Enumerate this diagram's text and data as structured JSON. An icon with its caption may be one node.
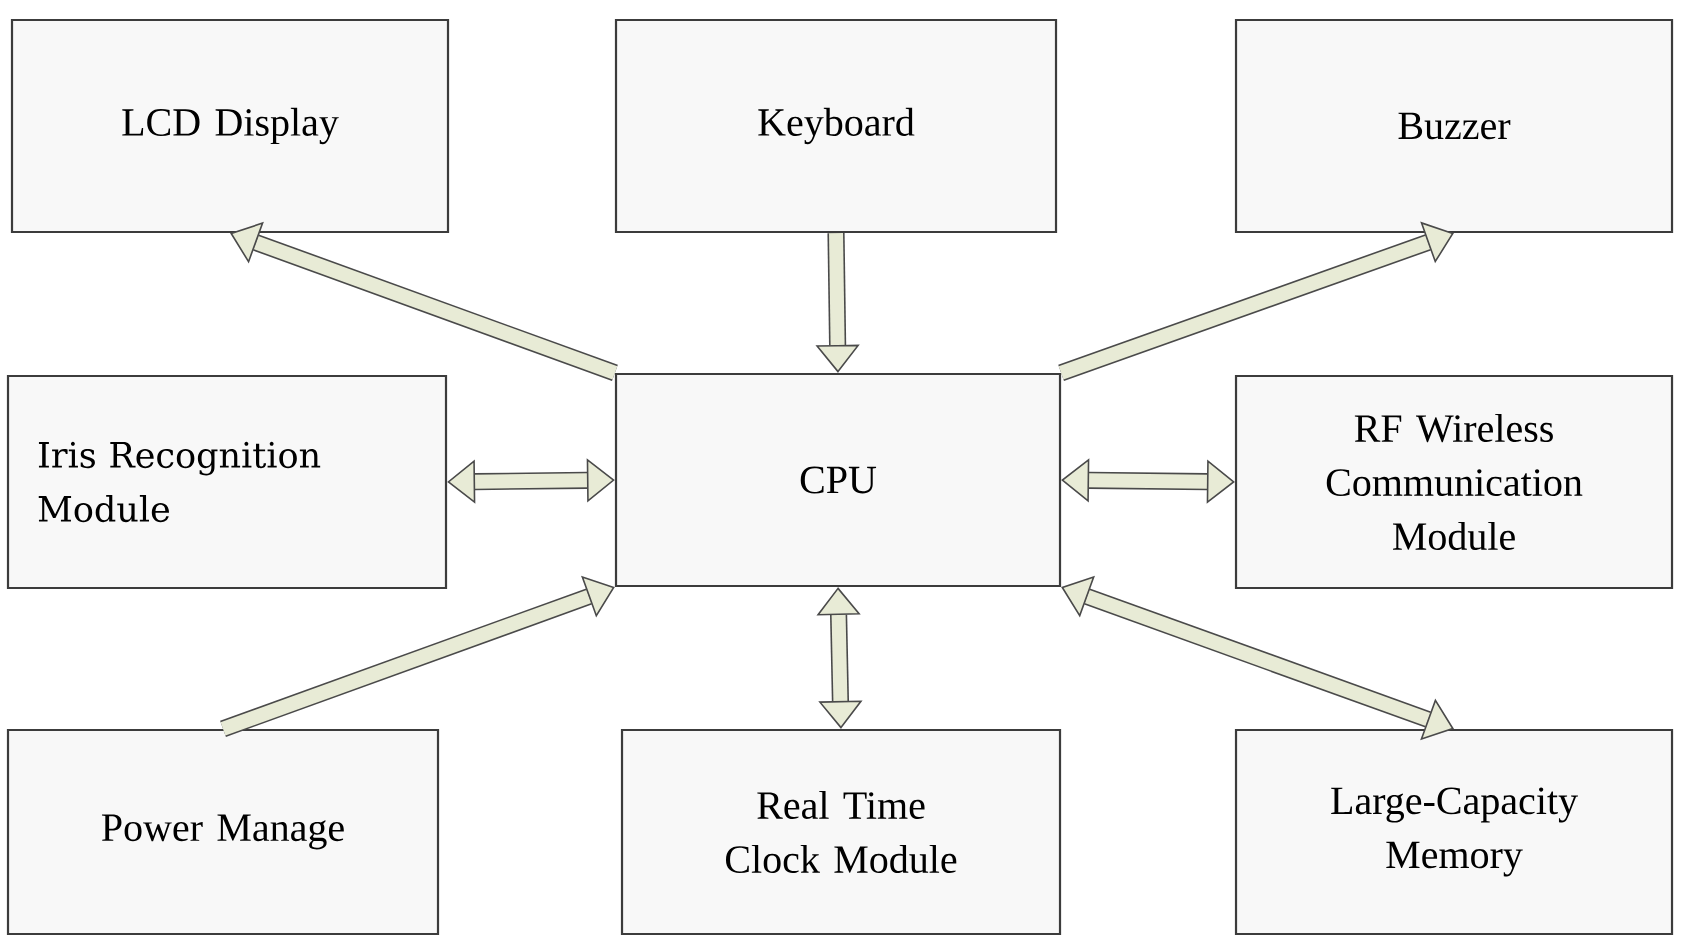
{
  "diagram": {
    "nodes": [
      {
        "text": [
          "LCD Display"
        ]
      },
      {
        "text": [
          "Keyboard"
        ]
      },
      {
        "text": [
          "Buzzer"
        ]
      },
      {
        "text": [
          "Iris Recognition Module"
        ]
      },
      {
        "text": [
          "CPU"
        ]
      },
      {
        "text": [
          "RF Wireless Communication Module"
        ]
      },
      {
        "text": [
          "Power Manage"
        ]
      },
      {
        "text": [
          "Real Time Clock Module"
        ]
      },
      {
        "text": [
          "Large-Capacity Memory"
        ]
      }
    ],
    "edges": [
      {
        "from": 4,
        "to": 0,
        "arrow": "to"
      },
      {
        "from": 1,
        "to": 4,
        "arrow": "to"
      },
      {
        "from": 4,
        "to": 2,
        "arrow": "to"
      },
      {
        "from": 3,
        "to": 4,
        "arrow": "both"
      },
      {
        "from": 4,
        "to": 5,
        "arrow": "both"
      },
      {
        "from": 6,
        "to": 4,
        "arrow": "to"
      },
      {
        "from": 4,
        "to": 7,
        "arrow": "both"
      },
      {
        "from": 4,
        "to": 8,
        "arrow": "both"
      }
    ]
  }
}
